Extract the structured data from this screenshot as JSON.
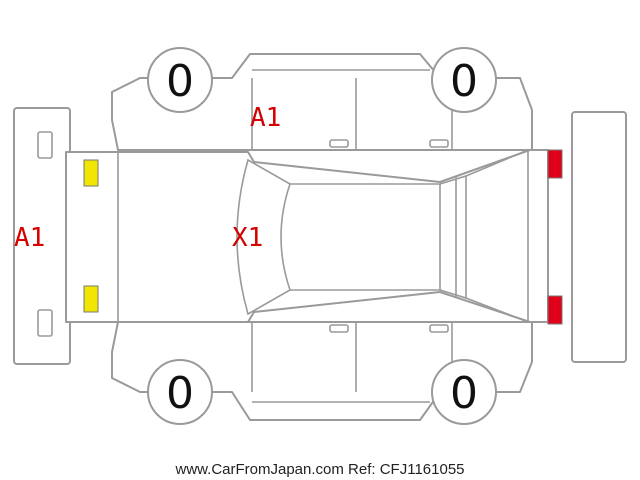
{
  "wheels": {
    "front_left": "0",
    "front_right": "0",
    "rear_left": "0",
    "rear_right": "0"
  },
  "damage_codes": {
    "front_bumper": "A1",
    "left_front_door": "A1",
    "hood": "X1"
  },
  "markers": {
    "front_lights_color": "#f2e600",
    "rear_lights_color": "#e0001a"
  },
  "footer": {
    "watermark": "www.CarFromJapan.com Ref: CFJ1161055"
  }
}
